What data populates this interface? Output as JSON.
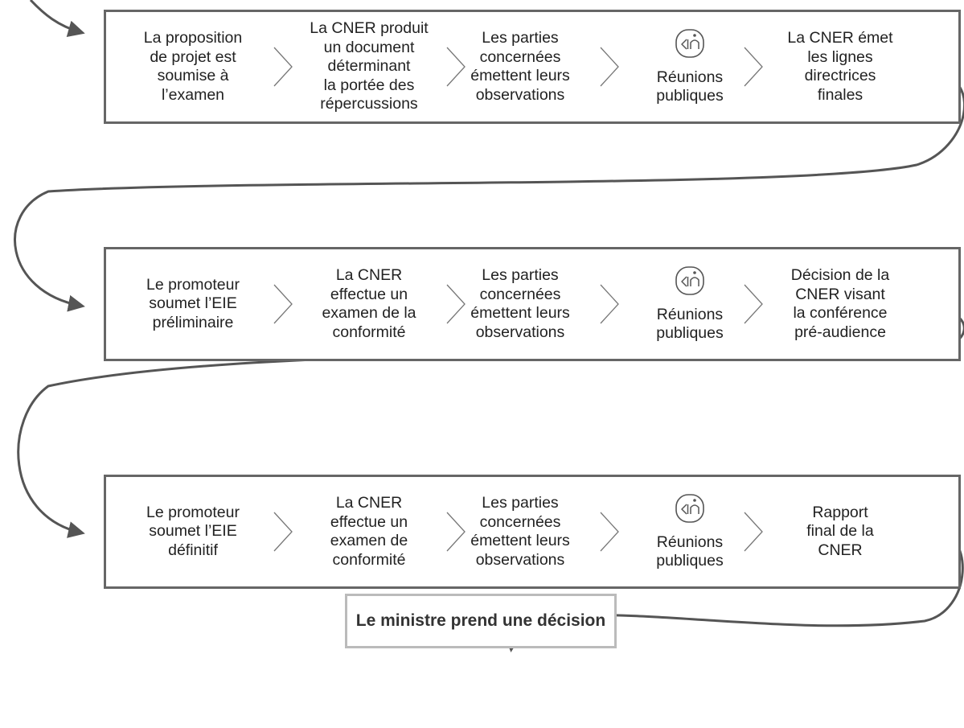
{
  "stages": [
    {
      "steps": [
        {
          "lines": [
            "La proposition",
            "de projet est",
            "soumise à",
            "l’examen"
          ]
        },
        {
          "lines": [
            "La CNER produit",
            "un document",
            "déterminant",
            "la portée des",
            "répercussions"
          ]
        },
        {
          "lines": [
            "Les parties",
            "concernées",
            "émettent leurs",
            "observations"
          ]
        },
        {
          "lines": [
            "Réunions",
            "publiques"
          ],
          "icon": "public-meeting-icon"
        },
        {
          "lines": [
            "La CNER émet",
            "les lignes",
            "directrices",
            "finales"
          ]
        }
      ]
    },
    {
      "steps": [
        {
          "lines": [
            "Le promoteur",
            "soumet l’EIE",
            "préliminaire"
          ]
        },
        {
          "lines": [
            "La CNER",
            "effectue un",
            "examen de la",
            "conformité"
          ]
        },
        {
          "lines": [
            "Les parties",
            "concernées",
            "émettent leurs",
            "observations"
          ]
        },
        {
          "lines": [
            "Réunions",
            "publiques"
          ],
          "icon": "public-meeting-icon"
        },
        {
          "lines": [
            "Décision de la",
            "CNER visant",
            "la conférence",
            "pré-audience"
          ]
        }
      ]
    },
    {
      "steps": [
        {
          "lines": [
            "Le promoteur",
            "soumet l’EIE",
            "définitif"
          ]
        },
        {
          "lines": [
            "La CNER",
            "effectue un",
            "examen de",
            "conformité"
          ]
        },
        {
          "lines": [
            "Les parties",
            "concernées",
            "émettent leurs",
            "observations"
          ]
        },
        {
          "lines": [
            "Réunions",
            "publiques"
          ],
          "icon": "public-meeting-icon"
        },
        {
          "lines": [
            "Rapport",
            "final de la",
            "CNER"
          ]
        }
      ]
    }
  ],
  "final_decision": "Le ministre prend une décision",
  "colors": {
    "border": "#666666",
    "arrow": "#555555",
    "chevron": "#777777",
    "final_border": "#bbbbbb",
    "text": "#222222"
  }
}
